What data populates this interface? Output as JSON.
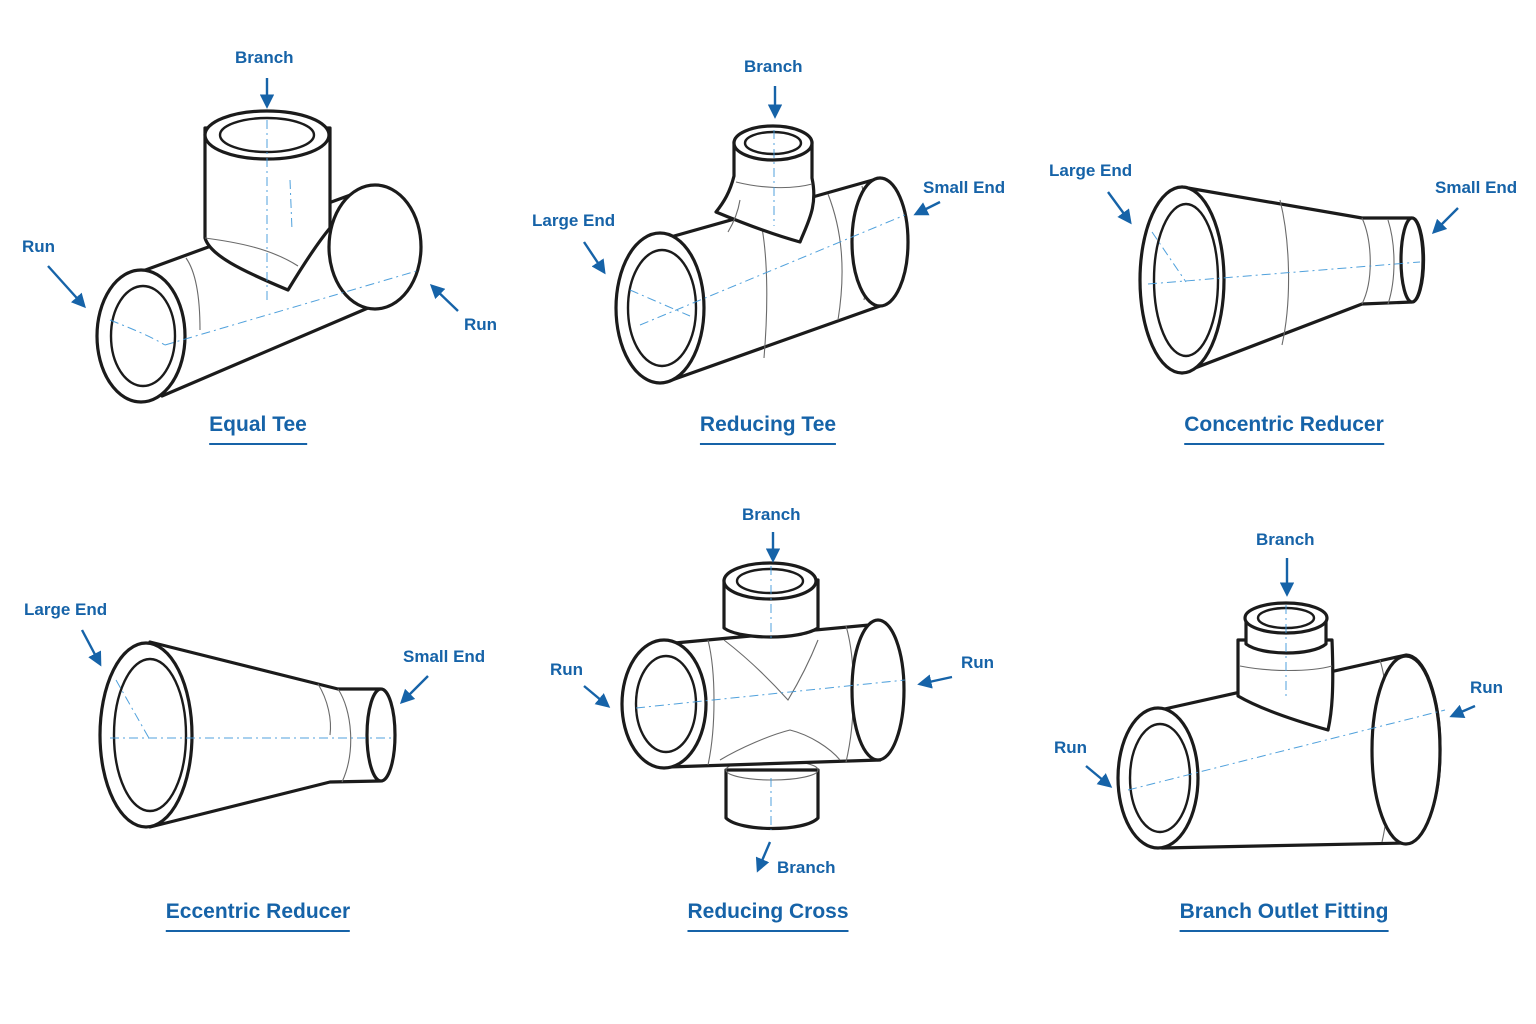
{
  "panels": [
    {
      "title": "Equal Tee",
      "labels": {
        "branch": "Branch",
        "run_left": "Run",
        "run_right": "Run"
      }
    },
    {
      "title": "Reducing Tee",
      "labels": {
        "branch": "Branch",
        "large_end": "Large End",
        "small_end": "Small End"
      }
    },
    {
      "title": "Concentric Reducer",
      "labels": {
        "large_end": "Large End",
        "small_end": "Small End"
      }
    },
    {
      "title": "Eccentric Reducer",
      "labels": {
        "large_end": "Large End",
        "small_end": "Small End"
      }
    },
    {
      "title": "Reducing Cross",
      "labels": {
        "branch_top": "Branch",
        "run_left": "Run",
        "run_right": "Run",
        "branch_bottom": "Branch"
      }
    },
    {
      "title": "Branch Outlet Fitting",
      "labels": {
        "branch": "Branch",
        "run_right": "Run",
        "run_left": "Run"
      }
    }
  ],
  "colors": {
    "label": "#1663a8",
    "centerline": "#3d97d8",
    "outline": "#1b1b1b"
  }
}
